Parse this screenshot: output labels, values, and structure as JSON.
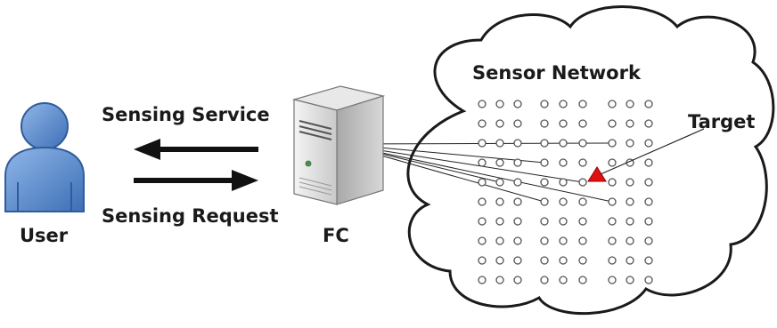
{
  "labels": {
    "user": "User",
    "fc": "FC",
    "sensor_network": "Sensor Network",
    "target": "Target",
    "sensing_service": "Sensing Service",
    "sensing_request": "Sensing Request"
  },
  "grid": {
    "rows": 10,
    "cols": 9
  },
  "colors": {
    "user_fill": "#5b8ed0",
    "user_stroke": "#2f5d9a",
    "target": "#e01010",
    "sensor_dot": "#ffffff",
    "sensor_stroke": "#555555",
    "line": "#222222"
  },
  "icons": {
    "user": "user-person-icon",
    "fc": "server-tower-icon",
    "target": "red-triangle-icon"
  }
}
